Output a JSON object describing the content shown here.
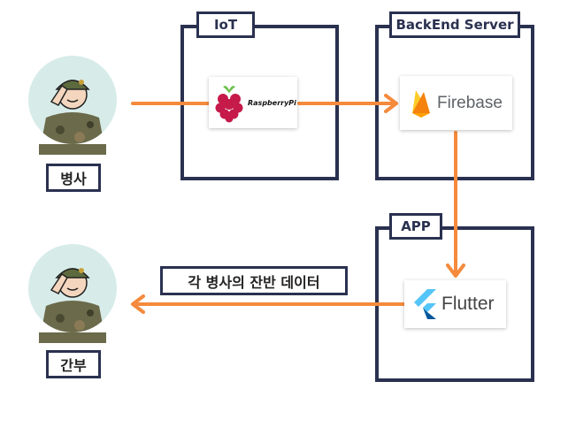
{
  "diagram": {
    "groups": {
      "iot": {
        "title": "IoT"
      },
      "backend": {
        "title": "BackEnd Server"
      },
      "app": {
        "title": "APP"
      }
    },
    "actors": {
      "soldier": {
        "label": "병사"
      },
      "officer": {
        "label": "간부"
      }
    },
    "components": {
      "raspberry": {
        "name": "RaspberryPi"
      },
      "firebase": {
        "name": "Firebase"
      },
      "flutter": {
        "name": "Flutter"
      }
    },
    "edges": {
      "data_label": "각 병사의 잔반 데이터"
    },
    "colors": {
      "frame": "#2a3150",
      "arrow": "#f58a3c",
      "raspberry": "#c51a4a",
      "firebase_orange": "#f5820d",
      "firebase_yellow": "#ffca28",
      "flutter_light": "#54c5f8",
      "flutter_dark": "#01579b"
    }
  }
}
